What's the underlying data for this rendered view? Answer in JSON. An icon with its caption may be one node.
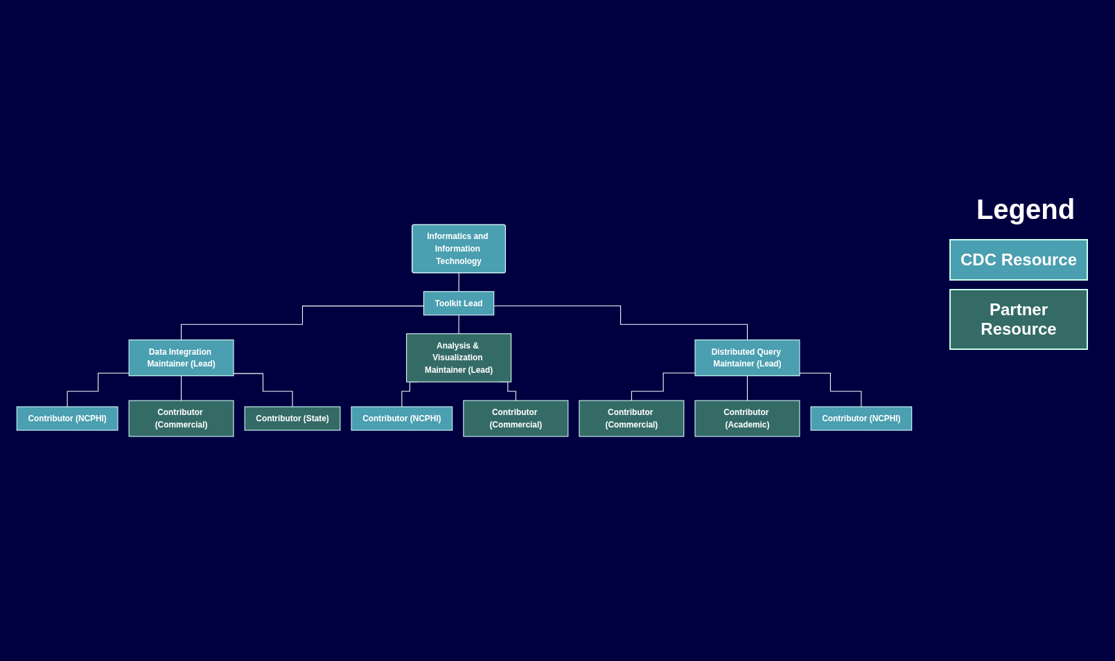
{
  "diagram": {
    "nodes": [
      {
        "text": [
          "Informatics and Information Technology"
        ]
      },
      {
        "text": [
          "Toolkit Lead"
        ]
      },
      {
        "text": [
          "Data Integration Maintainer (Lead)"
        ]
      },
      {
        "text": [
          "Analysis & Visualization Maintainer (Lead)"
        ]
      },
      {
        "text": [
          "Distributed Query Maintainer (Lead)"
        ]
      },
      {
        "text": [
          "Contributor (NCPHI)"
        ]
      },
      {
        "text": [
          "Contributor (Commercial)"
        ]
      },
      {
        "text": [
          "Contributor (State)"
        ]
      },
      {
        "text": [
          "Contributor (NCPHI)"
        ]
      },
      {
        "text": [
          "Contributor (Commercial)"
        ]
      },
      {
        "text": [
          "Contributor (Commercial)"
        ]
      },
      {
        "text": [
          "Contributor (Academic)"
        ]
      },
      {
        "text": [
          "Contributor (NCPHI)"
        ]
      }
    ],
    "edges": [
      {
        "from": 0,
        "to": 1,
        "arrow": "none"
      },
      {
        "from": 1,
        "to": 2,
        "arrow": "none"
      },
      {
        "from": 1,
        "to": 3,
        "arrow": "none"
      },
      {
        "from": 1,
        "to": 4,
        "arrow": "none"
      },
      {
        "from": 2,
        "to": 5,
        "arrow": "none"
      },
      {
        "from": 2,
        "to": 6,
        "arrow": "none"
      },
      {
        "from": 2,
        "to": 7,
        "arrow": "none"
      },
      {
        "from": 3,
        "to": 8,
        "arrow": "none"
      },
      {
        "from": 3,
        "to": 9,
        "arrow": "none"
      },
      {
        "from": 4,
        "to": 10,
        "arrow": "none"
      },
      {
        "from": 4,
        "to": 11,
        "arrow": "none"
      },
      {
        "from": 4,
        "to": 12,
        "arrow": "none"
      }
    ],
    "labels": [
      "Legend"
    ],
    "legend": [
      {
        "text": "CDC Resource",
        "color": "#4a9fb0"
      },
      {
        "text": "Partner Resource",
        "color": "#346b66"
      }
    ]
  }
}
